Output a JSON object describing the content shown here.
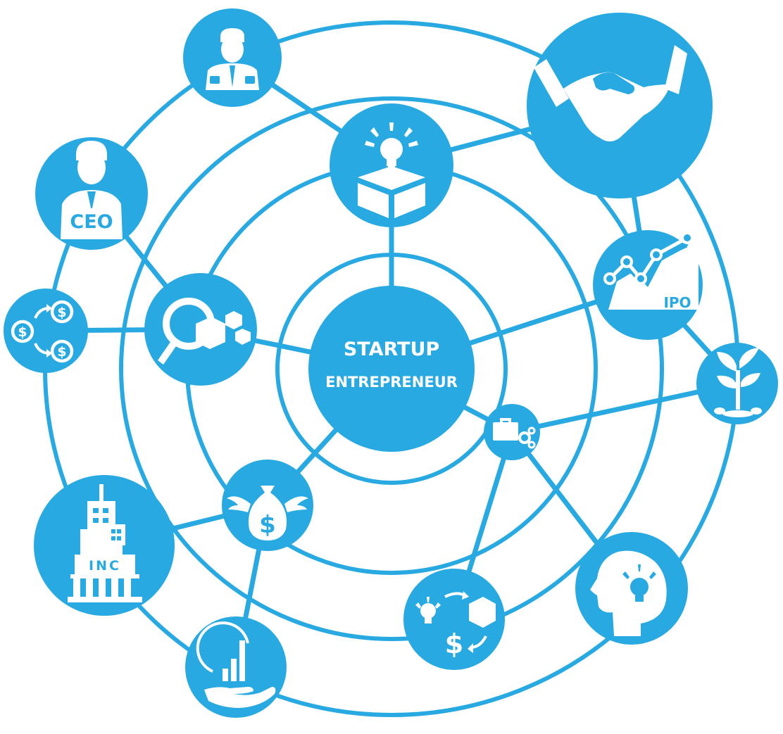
{
  "colors": {
    "accent": "#29a9e1",
    "background": "#ffffff",
    "icon": "#ffffff"
  },
  "center": {
    "title": "STARTUP",
    "subtitle": "ENTREPRENEUR"
  },
  "badges": {
    "ceo": "CEO",
    "ipo": "IPO",
    "inc": "INC"
  },
  "nodes": [
    {
      "id": "executive",
      "icon": "executive-speaker-icon"
    },
    {
      "id": "ceo",
      "icon": "ceo-person-icon"
    },
    {
      "id": "currency-exchange",
      "icon": "dollar-coins-exchange-icon"
    },
    {
      "id": "search",
      "icon": "magnifier-boxes-icon"
    },
    {
      "id": "incorporation",
      "icon": "inc-building-icon"
    },
    {
      "id": "angel-investment",
      "icon": "money-bag-wings-icon"
    },
    {
      "id": "growth",
      "icon": "hand-bar-chart-icon"
    },
    {
      "id": "idea-box",
      "icon": "lightbulb-box-icon"
    },
    {
      "id": "partnership",
      "icon": "handshake-icon"
    },
    {
      "id": "ipo",
      "icon": "ipo-chart-icon"
    },
    {
      "id": "seed",
      "icon": "plant-sprout-icon"
    },
    {
      "id": "business",
      "icon": "briefcase-gears-icon"
    },
    {
      "id": "innovation",
      "icon": "head-lightbulb-icon"
    },
    {
      "id": "monetization",
      "icon": "idea-to-money-cycle-icon"
    }
  ]
}
